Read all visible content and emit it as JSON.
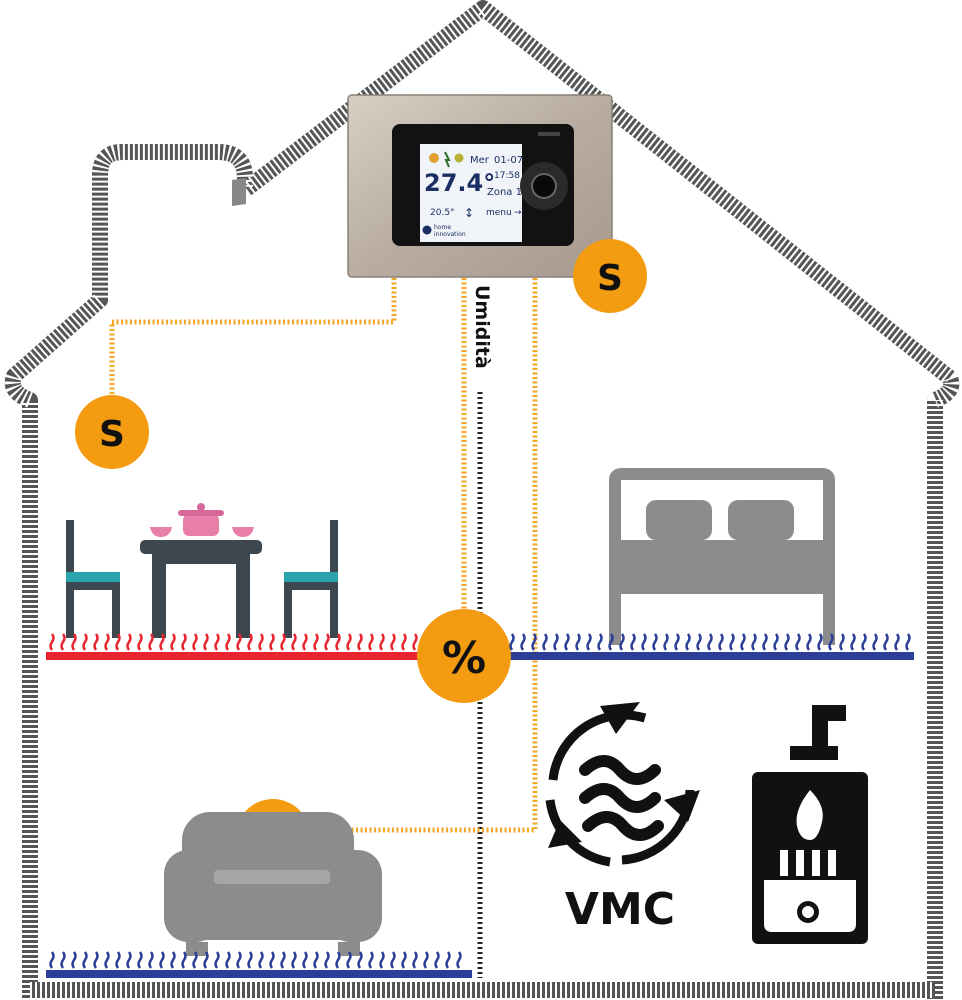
{
  "thermostat": {
    "day": "Mer",
    "date": "01-07",
    "temperature": "27.4°",
    "time": "17:58",
    "zone": "Zona 1",
    "setpoint": "20.5°",
    "menu": "menu",
    "brand_line1": "home",
    "brand_line2": "innovation"
  },
  "labels": {
    "humidity_line": "Umidità",
    "vmc": "VMC",
    "sensor": "S",
    "humidity_sensor": "%"
  },
  "colors": {
    "wall": "#555555",
    "sensor_fill": "#f39c12",
    "signal_line": "#f5a623",
    "heat_red": "#e8252f",
    "heat_blue": "#2c3e97",
    "furniture_gray": "#8c8c8c",
    "chair_teal": "#2aa3ad",
    "table_dark": "#3d4750",
    "pot_pink": "#e87fa8"
  },
  "icons": [
    "dining-set-icon",
    "pot-icon",
    "bed-icon",
    "sofa-icon",
    "vmc-airflow-icon",
    "boiler-icon",
    "flame-icon"
  ]
}
